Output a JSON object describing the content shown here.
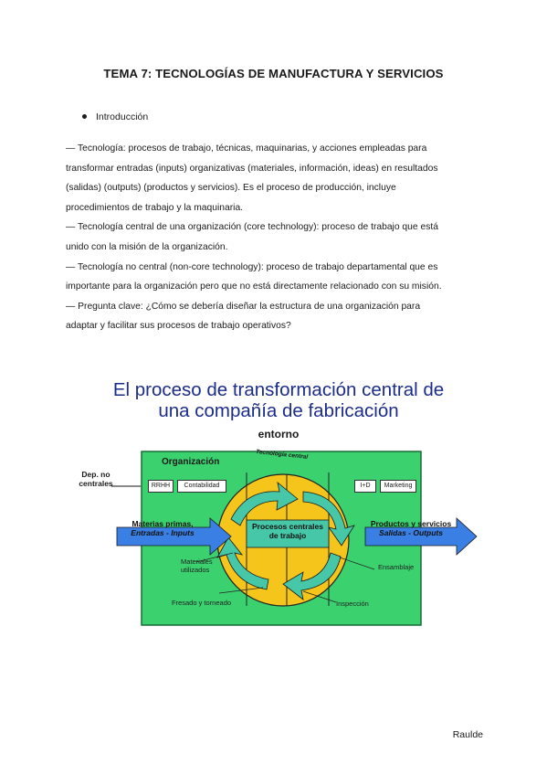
{
  "page": {
    "title": "TEMA 7: TECNOLOGÍAS DE MANUFACTURA Y SERVICIOS",
    "bullet": "Introducción",
    "paragraph_lines": [
      "— Tecnología: procesos de trabajo, técnicas, maquinarias, y acciones empleadas para",
      "transformar entradas (inputs) organizativas (materiales, información, ideas) en resultados",
      "(salidas) (outputs) (productos y servicios). Es el proceso de producción, incluye",
      "procedimientos de trabajo y la maquinaria.",
      "— Tecnología central de una organización (core technology): proceso de trabajo que está",
      "unido con la misión de la organización.",
      "— Tecnología no central (non-core technology): proceso de trabajo departamental que es",
      "importante para la organización pero que no está directamente relacionado con su misión.",
      "— Pregunta clave: ¿Cómo se debería diseñar la estructura de una organización para",
      "adaptar y facilitar sus procesos de trabajo operativos?"
    ],
    "footer": "Raulde"
  },
  "figure": {
    "title_line1": "El proceso de transformación central de",
    "title_line2": "una compañía de fabricación",
    "entorno": "entorno",
    "dep_label": "Dep. no centrales",
    "org_label": "Organización",
    "core_label": "Tecnología central",
    "boxes": {
      "rrhh": "RRHH",
      "contabilidad": "Contabilidad",
      "imasd": "I+D",
      "marketing": "Marketing"
    },
    "inputs_line1": "Materias primas,",
    "inputs_line2": "Entradas - Inputs",
    "center_line1": "Procesos centrales",
    "center_line2": "de trabajo",
    "outputs_line1": "Productos y servicios",
    "outputs_line2": "Salidas - Outputs",
    "notes": {
      "materiales": "Materiales utilizados",
      "fresado": "Fresado y torneado",
      "ensamblaje": "Ensamblaje",
      "inspeccion": "Inspección"
    },
    "colors": {
      "environment": "#3bd16f",
      "circle": "#f6c51c",
      "arrow_blue": "#3a7fe3",
      "arrow_teal": "#46c8a8",
      "title": "#1c2c8a"
    }
  }
}
